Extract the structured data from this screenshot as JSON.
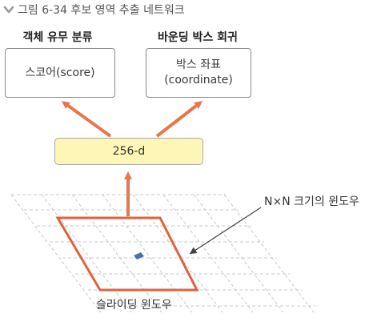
{
  "caption": "그림 6-34 후보 영역 추출 네트워크",
  "icons": {
    "caption_icon": "chevron-down-icon"
  },
  "heads": {
    "classification": {
      "title": "객체 유무 분류",
      "lines": [
        "스코어(score)"
      ]
    },
    "regression": {
      "title": "바운딩 박스 회귀",
      "lines": [
        "박스 좌표",
        "(coordinate)"
      ]
    }
  },
  "feature": {
    "label": "256-d"
  },
  "window_annotation": "N×N 크기의 윈도우",
  "sliding_window_label": "슬라이딩 윈도우",
  "colors": {
    "arrow": "#e8764b",
    "window_border": "#e0623c",
    "feature_fill": "#fdf6b6",
    "center_point": "#4a6fa5",
    "grid": "#c8c8c8",
    "caption_icon": "#9a9a9a"
  }
}
